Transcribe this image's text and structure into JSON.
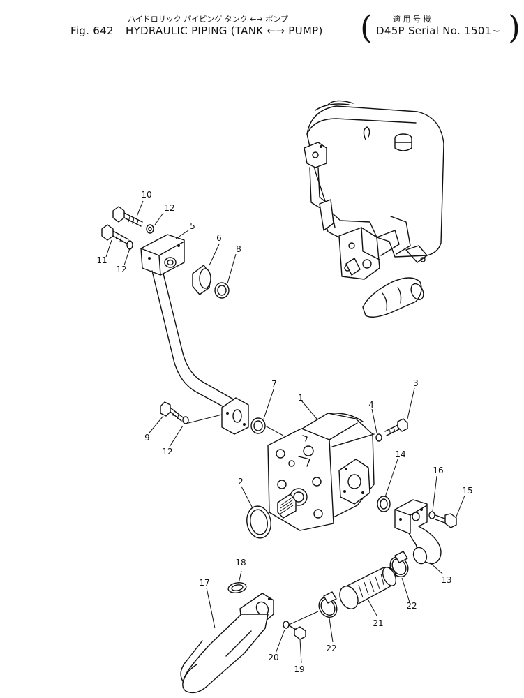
{
  "header": {
    "jp_left": "ハイドロリック パイピング タンク ←→ ポンプ",
    "jp_right": "適 用 号 機",
    "fig_label": "Fig. 642",
    "title": "HYDRAULIC PIPING (TANK ←→ PUMP)",
    "serial": "D45P Serial No. 1501~"
  },
  "callouts": [
    "10",
    "12",
    "5",
    "6",
    "8",
    "11",
    "12",
    "7",
    "1",
    "4",
    "3",
    "9",
    "12",
    "14",
    "16",
    "15",
    "2",
    "13",
    "18",
    "22",
    "17",
    "21",
    "22",
    "20",
    "19"
  ],
  "colors": {
    "ink": "#111111",
    "paper": "#ffffff"
  }
}
